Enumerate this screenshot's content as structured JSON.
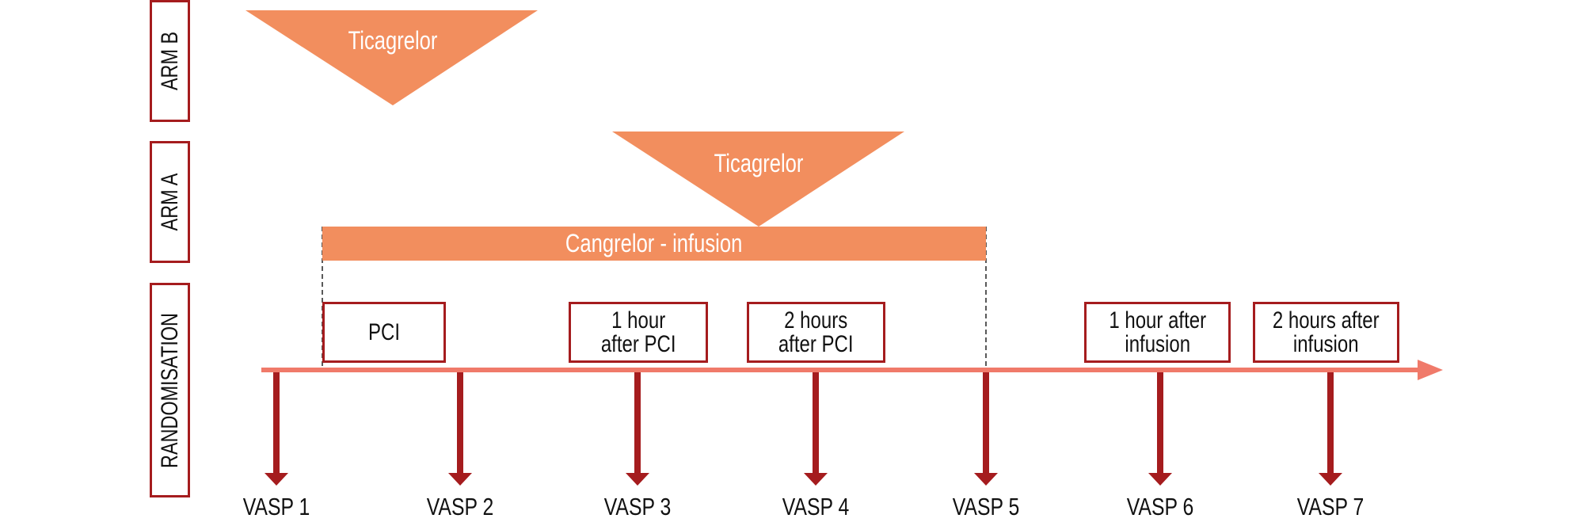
{
  "arms": {
    "arm_b": "ARM B",
    "arm_a": "ARM A",
    "randomisation": "RANDOMISATION"
  },
  "drugs": {
    "arm_b_drug": "Ticagrelor",
    "arm_a_drug": "Ticagrelor",
    "infusion": "Cangrelor - infusion"
  },
  "events": [
    {
      "label": "PCI"
    },
    {
      "label": "1 hour\nafter PCI"
    },
    {
      "label": "2 hours\nafter PCI"
    },
    {
      "label": "1 hour after\ninfusion"
    },
    {
      "label": "2 hours after\ninfusion"
    }
  ],
  "samples": [
    "VASP 1",
    "VASP 2",
    "VASP 3",
    "VASP 4",
    "VASP 5",
    "VASP 6",
    "VASP 7"
  ],
  "colors": {
    "drug": "#F28E5E",
    "box_border": "#A51C1E",
    "timeline": "#F07A6A",
    "sample_arrow": "#A51C1E"
  }
}
